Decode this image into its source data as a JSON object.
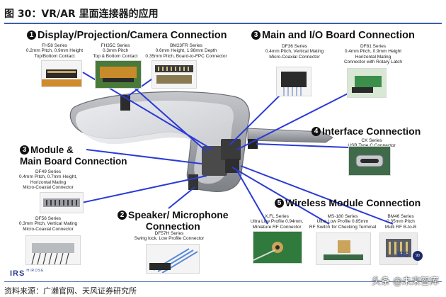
{
  "header": {
    "title": "图 30：VR/AR 里面连接器的应用"
  },
  "sections": {
    "display": {
      "num": "1",
      "title": "Display/Projection/Camera Connection"
    },
    "main_io": {
      "num": "3",
      "title": "Main and I/O Board Connection"
    },
    "interface": {
      "num": "4",
      "title": "Interface Connection"
    },
    "module": {
      "num": "3",
      "title_line1": "Module &",
      "title_line2": "Main Board Connection"
    },
    "speaker": {
      "num": "2",
      "title_line1": "Speaker/ Microphone",
      "title_line2": "Connection"
    },
    "wireless": {
      "num": "5",
      "title": "Wireless Module Connection"
    }
  },
  "captions": {
    "fh58": [
      "FH58 Series",
      "0.2mm Pitch, 0.9mm Height",
      "Top/Bottom Contact"
    ],
    "fh35c": [
      "FH35C Series",
      "0.3mm Pitch",
      "Top & Bottom Contact"
    ],
    "bm23fr": [
      "BM23FR Series",
      "0.6mm Height, 1.98mm Depth",
      "0.35mm Pitch, Board-to-FPC Connector"
    ],
    "df36": [
      "DF36 Series",
      "0.4mm Pitch, Vertical Mating",
      "Micro-Coaxial Connector"
    ],
    "df81": [
      "DF81 Series",
      "0.4mm Pitch, 0.9mm Height",
      "Horizontal Mating",
      "Connector with Rotary Latch"
    ],
    "cx": [
      "CX Series",
      "USB Type C Connector"
    ],
    "df49": [
      "DF49 Series",
      "0.4mm Pitch, 0.7mm Height,",
      "Horizontal Mating",
      "Micro-Coaxial Connector"
    ],
    "df56": [
      "DF56 Series",
      "0.3mm Pitch, Vertical Mating",
      "Micro-Coaxial Connector"
    ],
    "df57h": [
      "DF57H Series",
      "Swing lock, Low Profile Connector"
    ],
    "xfl": [
      "X.FL Series",
      "Ultra Low Profile 0.94mm,",
      "Miniature RF Connector"
    ],
    "ms180": [
      "MS-180 Series",
      "Ultra Low Profile 0.85mm",
      "RF Switch for Checking Terminal"
    ],
    "bm46": [
      "BM46 Series",
      "0.35mm Pitch",
      "Multi RF B-to-B"
    ]
  },
  "logos": {
    "hirose": "IRS",
    "hirose_small": "HIROSE",
    "irs_right": "IRS",
    "badge": "90"
  },
  "footer": {
    "source": "资料来源：广濑官网、天风证券研究所",
    "watermark": "头条 @未来智库"
  },
  "colors": {
    "accent": "#3b5fa8",
    "leader_line": "#2b3bd6",
    "glasses_frame": "#8a8d92"
  }
}
